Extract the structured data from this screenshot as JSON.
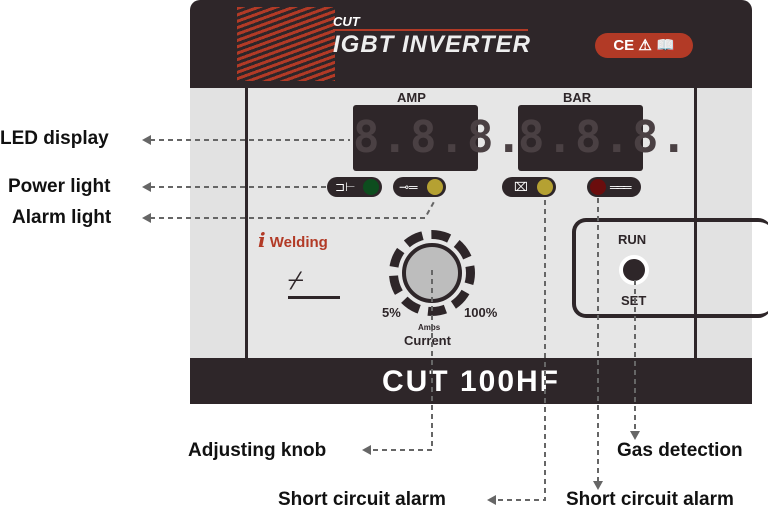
{
  "header": {
    "cut_label": "CUT",
    "product_line": "IGBT INVERTER",
    "cert_icons": [
      "ce-mark-icon",
      "warning-icon",
      "manual-book-icon"
    ],
    "cert_text": "CE ⚠ 📖"
  },
  "displays": [
    {
      "label": "AMP",
      "value": "8.8.8."
    },
    {
      "label": "BAR",
      "value": "8.8.8."
    }
  ],
  "indicators": [
    {
      "icon": "plug-icon",
      "symbol": "⊐⊢",
      "color": "#0d4d1e"
    },
    {
      "icon": "thermometer-icon",
      "symbol": "⊸═",
      "color": "#b5a132"
    },
    {
      "icon": "torch-icon",
      "symbol": "⌧",
      "color": "#b5a132"
    },
    {
      "icon": "dc-icon",
      "symbol": "═══",
      "color": "#6b0d0d"
    }
  ],
  "brand": {
    "logo_letter": "i",
    "name": "Welding"
  },
  "knob": {
    "min": "5%",
    "max": "100%",
    "unit": "Amps",
    "name": "Current"
  },
  "switch": {
    "top": "RUN",
    "bottom": "SET"
  },
  "model": "CUT 100HF",
  "callouts": {
    "led_display": "LED display",
    "power_light": "Power light",
    "alarm_light": "Alarm light",
    "adjusting_knob": "Adjusting knob",
    "gas_detection": "Gas detection",
    "short_circuit_1": "Short circuit alarm",
    "short_circuit_2": "Short circuit alarm"
  }
}
